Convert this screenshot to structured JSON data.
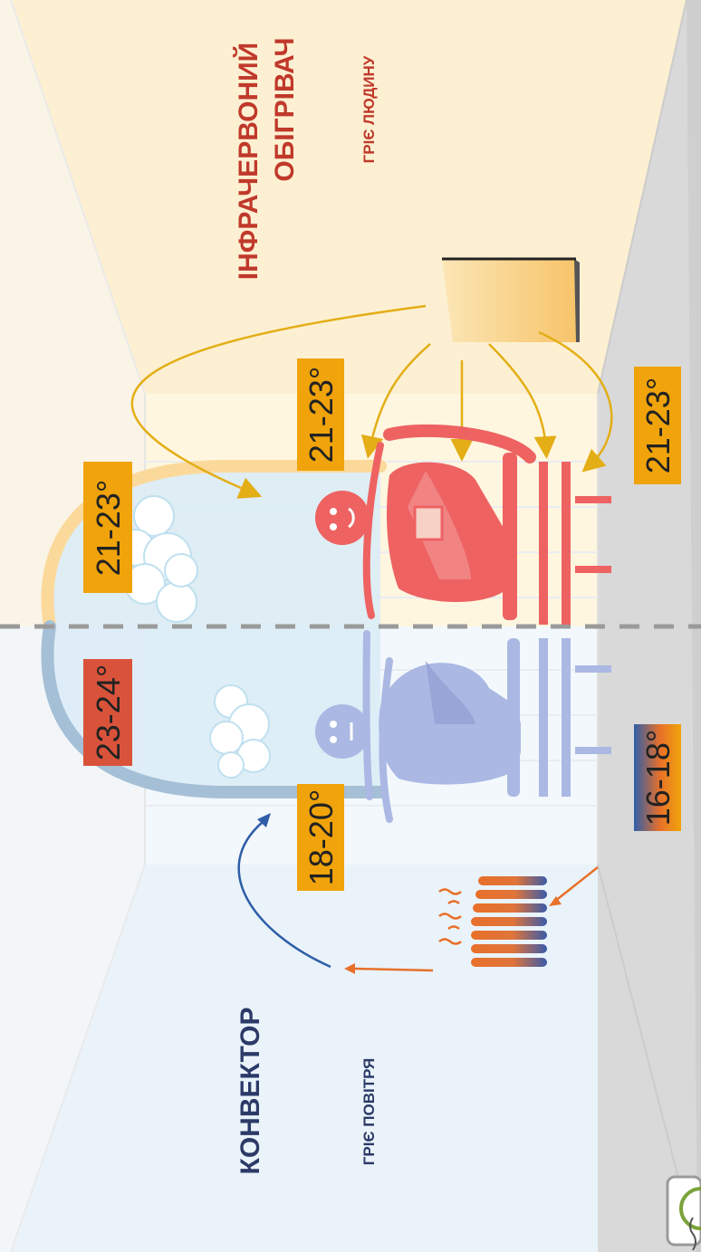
{
  "infrared": {
    "title_line1": "ІНФРАЧЕРВОНИЙ",
    "title_line2": "ОБІГРІВАЧ",
    "subtitle": "ГРІЄ ЛЮДИНУ",
    "temp_head": "21-23°",
    "temp_floor": "21-23°",
    "temp_ceiling": "21-23°"
  },
  "convector": {
    "title": "КОНВЕКТОР",
    "subtitle": "ГРІЄ ПОВІТРЯ",
    "temp_ceiling": "23-24°",
    "temp_head": "18-20°",
    "temp_floor": "16-18°"
  },
  "colors": {
    "infrared_wall": "#fdf0d2",
    "convector_wall": "#eaf3fa",
    "floor": "#d9d9d9",
    "heat_red": "#ee6262",
    "cool_blue": "#aab8e3",
    "badge_orange": "#f0a30a",
    "badge_red": "#d9533a",
    "title_red": "#c0392b",
    "title_navy": "#2b3a67",
    "arrow_gold": "#e3ae16",
    "arrow_orange": "#e8702a",
    "arrow_blue": "#2f5ea8"
  }
}
